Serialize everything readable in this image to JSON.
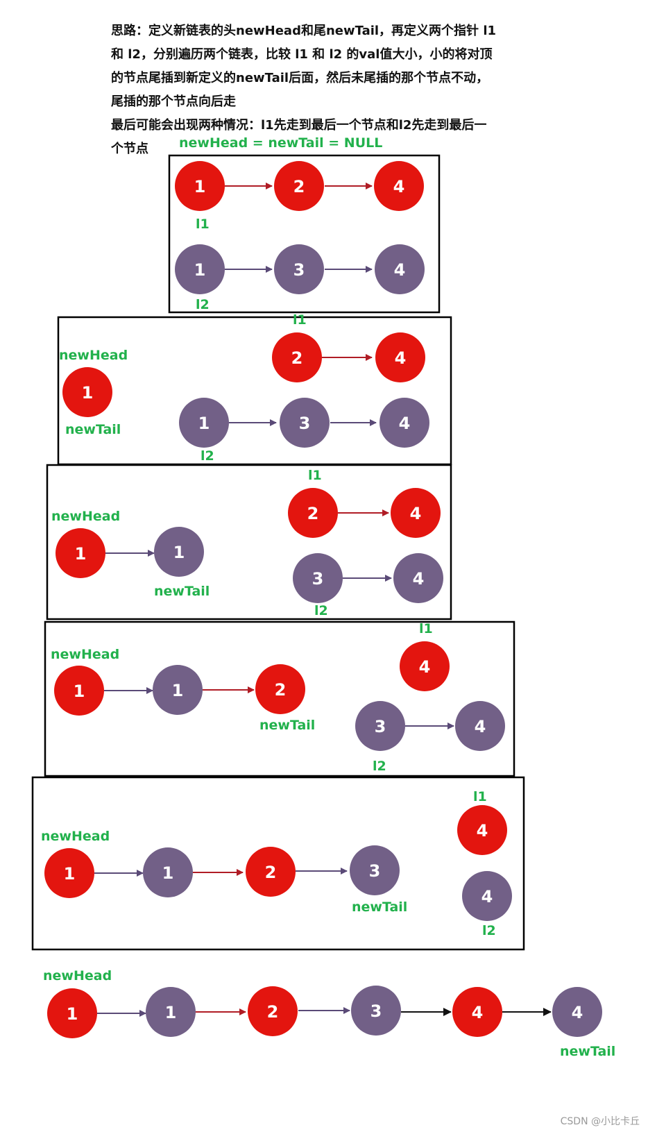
{
  "intro": {
    "line1": "思路：定义新链表的头newHead和尾newTail，再定义两个指针 l1",
    "line2": "和 l2，分别遍历两个链表，比较 l1 和 l2 的val值大小，小的将对顶",
    "line3": "的节点尾插到新定义的newTail后面，然后未尾插的那个节点不动，",
    "line4": "尾插的那个节点向后走",
    "line5": "最后可能会出现两种情况：l1先走到最后一个节点和l2先走到最后一",
    "line6": "个节点"
  },
  "init_label": "newHead = newTail = NULL",
  "colors": {
    "red": "#e3150f",
    "purple": "#726087",
    "red_arrow": "#b01c25",
    "purple_arrow": "#5a4a77",
    "black_arrow": "#111111",
    "label": "#22b14c"
  },
  "labels": {
    "l1": "l1",
    "l2": "l2",
    "head": "newHead",
    "tail": "newTail"
  },
  "steps": [
    {
      "nodes": [
        {
          "v": "1",
          "c": "red"
        },
        {
          "v": "2",
          "c": "red"
        },
        {
          "v": "4",
          "c": "red"
        },
        {
          "v": "1",
          "c": "purple"
        },
        {
          "v": "3",
          "c": "purple"
        },
        {
          "v": "4",
          "c": "purple"
        }
      ]
    },
    {
      "nodes": [
        {
          "v": "1",
          "c": "red"
        },
        {
          "v": "2",
          "c": "red"
        },
        {
          "v": "4",
          "c": "red"
        },
        {
          "v": "1",
          "c": "purple"
        },
        {
          "v": "3",
          "c": "purple"
        },
        {
          "v": "4",
          "c": "purple"
        }
      ]
    },
    {
      "nodes": [
        {
          "v": "1",
          "c": "red"
        },
        {
          "v": "1",
          "c": "purple"
        },
        {
          "v": "2",
          "c": "red"
        },
        {
          "v": "4",
          "c": "red"
        },
        {
          "v": "3",
          "c": "purple"
        },
        {
          "v": "4",
          "c": "purple"
        }
      ]
    },
    {
      "nodes": [
        {
          "v": "1",
          "c": "red"
        },
        {
          "v": "1",
          "c": "purple"
        },
        {
          "v": "2",
          "c": "red"
        },
        {
          "v": "4",
          "c": "red"
        },
        {
          "v": "3",
          "c": "purple"
        },
        {
          "v": "4",
          "c": "purple"
        }
      ]
    },
    {
      "nodes": [
        {
          "v": "1",
          "c": "red"
        },
        {
          "v": "1",
          "c": "purple"
        },
        {
          "v": "2",
          "c": "red"
        },
        {
          "v": "3",
          "c": "purple"
        },
        {
          "v": "4",
          "c": "red"
        },
        {
          "v": "4",
          "c": "purple"
        }
      ]
    },
    {
      "nodes": [
        {
          "v": "1",
          "c": "red"
        },
        {
          "v": "1",
          "c": "purple"
        },
        {
          "v": "2",
          "c": "red"
        },
        {
          "v": "3",
          "c": "purple"
        },
        {
          "v": "4",
          "c": "red"
        },
        {
          "v": "4",
          "c": "purple"
        }
      ]
    }
  ],
  "watermark": "CSDN @小比卡丘"
}
